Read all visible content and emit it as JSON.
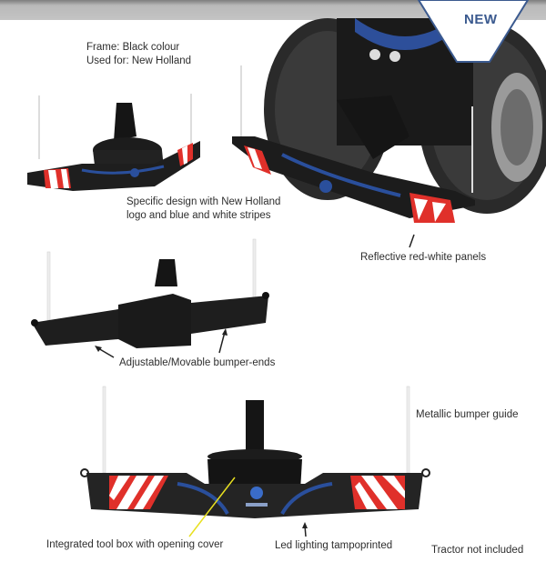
{
  "badge": {
    "label": "NEW",
    "color": "#3b5a8f"
  },
  "labels": {
    "frame_line1": "Frame: Black colour",
    "frame_line2": "Used for: New Holland",
    "design_line1": "Specific design with New Holland",
    "design_line2": "logo and blue and white stripes",
    "reflective": "Reflective red-white panels",
    "adjustable": "Adjustable/Movable bumper-ends",
    "metallic": "Metallic bumper guide",
    "toolbox": "Integrated tool box with opening cover",
    "led": "Led lighting tampoprinted",
    "tractor": "Tractor not included"
  },
  "images": {
    "bumper_top_left": "front-bumper-perspective",
    "tractor_with_bumper": "tractor-front-with-bumper",
    "bumper_back": "bumper-rear-view",
    "bumper_front": "bumper-front-view"
  },
  "colors": {
    "frame": "#1c1c1c",
    "stripe_blue": "#2a4f9c",
    "panel_red": "#e0302a",
    "arrow_yellow": "#e8e020"
  }
}
